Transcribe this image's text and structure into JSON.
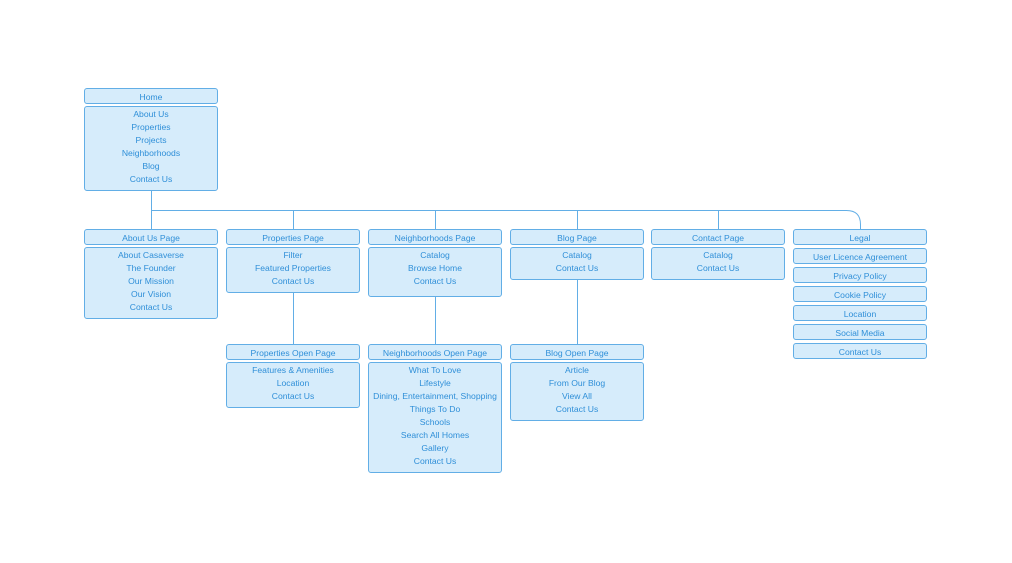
{
  "colors": {
    "fill": "#d6ecfb",
    "border": "#62aee6",
    "text": "#2f8fd8",
    "line": "#62aee6"
  },
  "nodes": {
    "home": {
      "title": "Home",
      "items": [
        "About Us",
        "Properties",
        "Projects",
        "Neighborhoods",
        "Blog",
        "Contact Us"
      ]
    },
    "about": {
      "title": "About Us Page",
      "items": [
        "About Casaverse",
        "The Founder",
        "Our Mission",
        "Our Vision",
        "Contact Us"
      ]
    },
    "properties": {
      "title": "Properties Page",
      "items": [
        "Filter",
        "Featured Properties",
        "Contact Us"
      ]
    },
    "neighborhoods": {
      "title": "Neighborhoods Page",
      "items": [
        "Catalog",
        "Browse Home",
        "Contact Us"
      ]
    },
    "blog": {
      "title": "Blog Page",
      "items": [
        "Catalog",
        "Contact Us"
      ]
    },
    "contact": {
      "title": "Contact Page",
      "items": [
        "Catalog",
        "Contact Us"
      ]
    },
    "legal": {
      "title": "Legal",
      "items": [
        "User Licence Agreement",
        "Privacy Policy",
        "Cookie Policy",
        "Location",
        "Social Media",
        "Contact Us"
      ]
    },
    "properties_open": {
      "title": "Properties Open Page",
      "items": [
        "Features & Amenities",
        "Location",
        "Contact Us"
      ]
    },
    "neighborhoods_open": {
      "title": "Neighborhoods Open Page",
      "items": [
        "What To Love",
        "Lifestyle",
        "Dining, Entertainment, Shopping",
        "Things To Do",
        "Schools",
        "Search All Homes",
        "Gallery",
        "Contact Us"
      ]
    },
    "blog_open": {
      "title": "Blog Open Page",
      "items": [
        "Article",
        "From Our Blog",
        "View All",
        "Contact Us"
      ]
    }
  }
}
